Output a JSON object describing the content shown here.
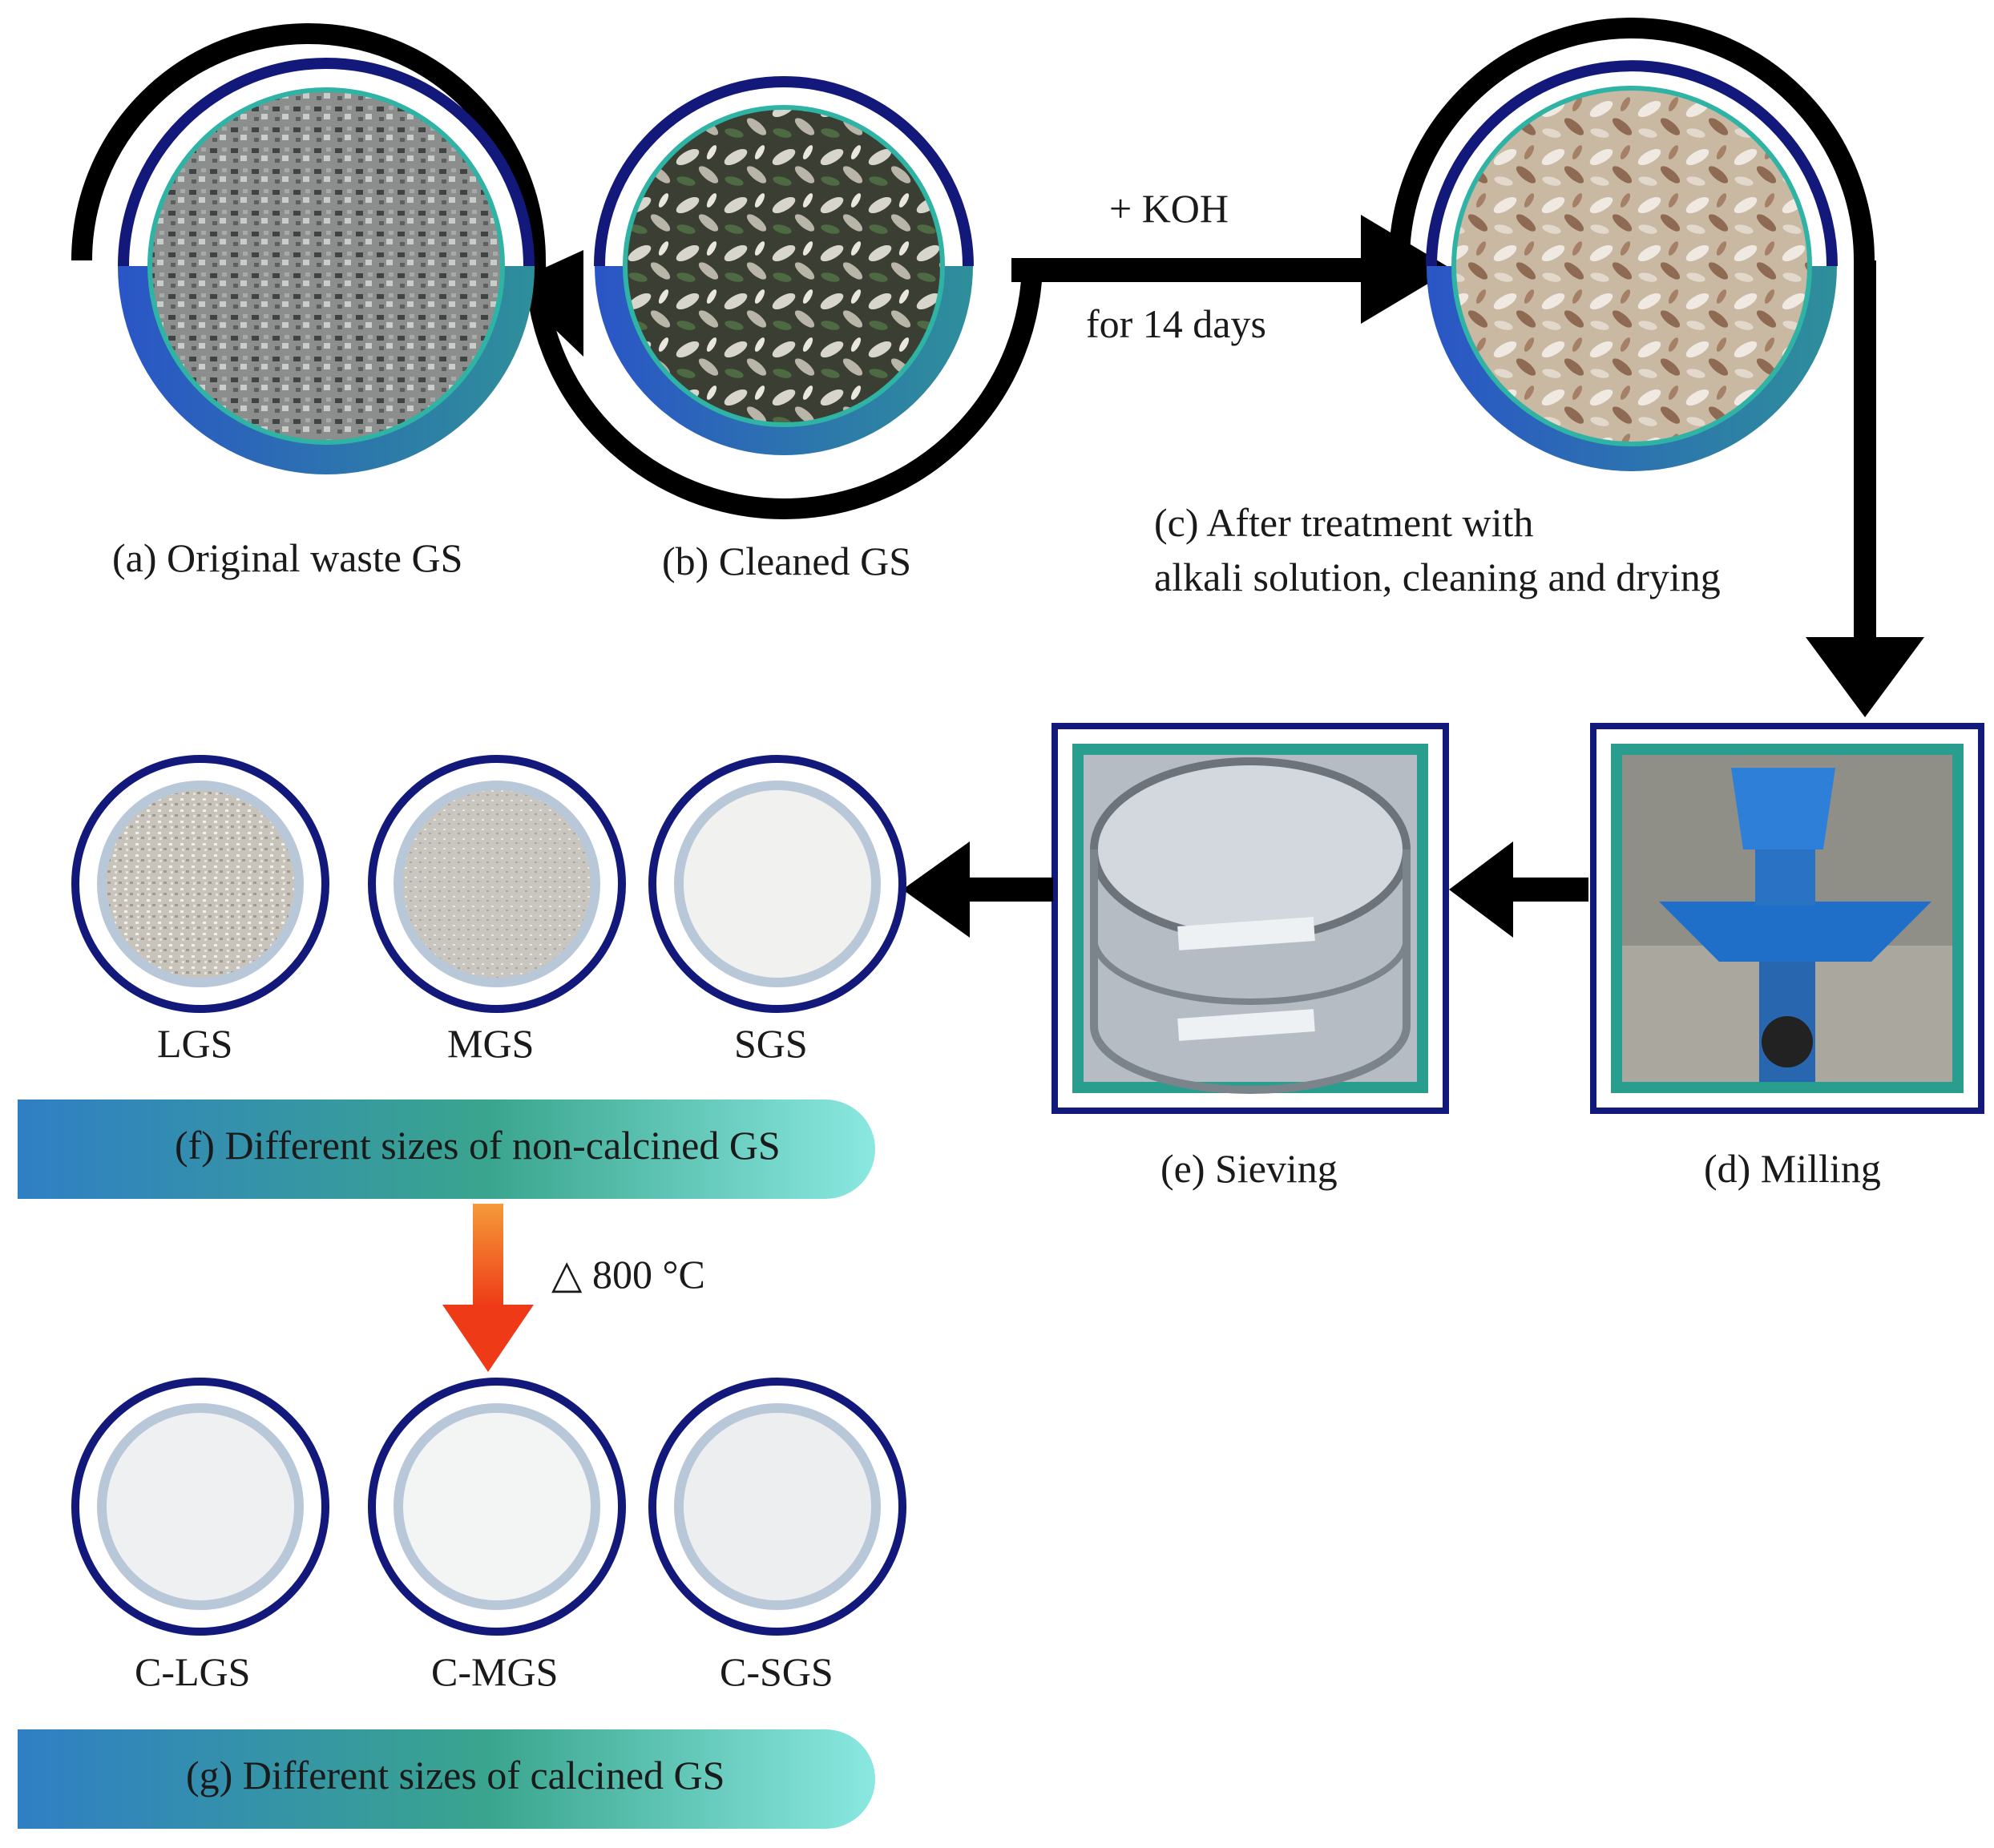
{
  "top_row": {
    "step_a": {
      "label": "(a) Original waste GS"
    },
    "step_b": {
      "label": "(b) Cleaned GS"
    },
    "step_c": {
      "label_line1": "(c) After treatment with",
      "label_line2": "alkali  solution, cleaning and drying"
    },
    "arrow_bc": {
      "reagent": "+ KOH",
      "duration": "for 14 days"
    }
  },
  "middle_row": {
    "step_d": {
      "label": "(d) Milling"
    },
    "step_e": {
      "label": "(e) Sieving"
    }
  },
  "non_calcined": {
    "samples": [
      "LGS",
      "MGS",
      "SGS"
    ],
    "banner": "(f) Different sizes of non-calcined GS"
  },
  "calcination": {
    "condition": "△ 800 °C"
  },
  "calcined": {
    "samples": [
      "C-LGS",
      "C-MGS",
      "C-SGS"
    ],
    "banner": "(g) Different sizes of calcined GS"
  },
  "colors": {
    "navy": "#12197a",
    "teal": "#2fb3a4",
    "blue": "#2a5fc9",
    "pale_ring": "#b9c8d9",
    "orange_arrow": "#f0521a",
    "banner_left": "#2f7fc4",
    "banner_right": "#86e6df"
  }
}
